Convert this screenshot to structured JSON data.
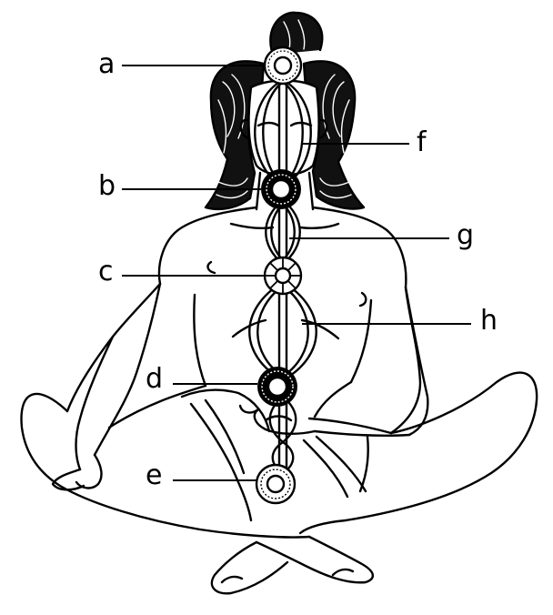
{
  "diagram": {
    "labels": {
      "a": "a",
      "b": "b",
      "c": "c",
      "d": "d",
      "e": "e",
      "f": "f",
      "g": "g",
      "h": "h"
    },
    "colors": {
      "ink": "#000000",
      "paper": "#ffffff"
    }
  }
}
